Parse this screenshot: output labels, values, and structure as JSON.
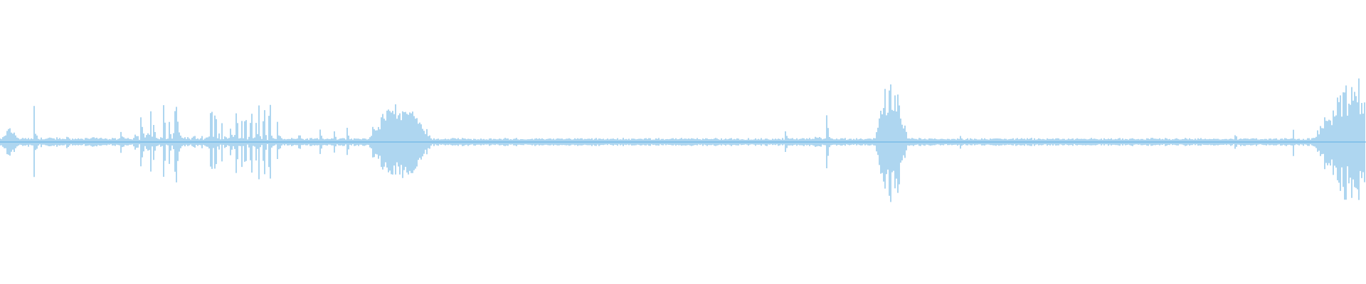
{
  "waveform": {
    "color": "#5DADE2",
    "background": "#ffffff",
    "baseline_amplitude": 0.03,
    "envelope_segments": [
      {
        "t0": 0.0,
        "t1": 0.015,
        "amp": 0.12,
        "shape": "swell"
      },
      {
        "t0": 0.015,
        "t1": 0.098,
        "amp": 0.04,
        "shape": "flat"
      },
      {
        "t0": 0.098,
        "t1": 0.13,
        "amp": 0.36,
        "shape": "burst"
      },
      {
        "t0": 0.13,
        "t1": 0.152,
        "amp": 0.05,
        "shape": "flat"
      },
      {
        "t0": 0.152,
        "t1": 0.2,
        "amp": 0.32,
        "shape": "burst"
      },
      {
        "t0": 0.268,
        "t1": 0.318,
        "amp": 0.36,
        "shape": "swell"
      },
      {
        "t0": 0.585,
        "t1": 0.61,
        "amp": 0.06,
        "shape": "swell"
      },
      {
        "t0": 0.64,
        "t1": 0.665,
        "amp": 0.5,
        "shape": "swell"
      },
      {
        "t0": 0.96,
        "t1": 1.0,
        "amp": 0.55,
        "shape": "rise"
      }
    ],
    "transients": [
      {
        "t": 0.025,
        "amp": 0.28
      },
      {
        "t": 0.048,
        "amp": 0.12
      },
      {
        "t": 0.088,
        "amp": 0.18
      },
      {
        "t": 0.103,
        "amp": 0.4
      },
      {
        "t": 0.129,
        "amp": 0.42
      },
      {
        "t": 0.154,
        "amp": 0.38
      },
      {
        "t": 0.168,
        "amp": 0.26
      },
      {
        "t": 0.203,
        "amp": 0.25
      },
      {
        "t": 0.218,
        "amp": 0.18
      },
      {
        "t": 0.234,
        "amp": 0.2
      },
      {
        "t": 0.244,
        "amp": 0.16
      },
      {
        "t": 0.254,
        "amp": 0.18
      },
      {
        "t": 0.272,
        "amp": 0.42
      },
      {
        "t": 0.574,
        "amp": 0.22
      },
      {
        "t": 0.605,
        "amp": 0.32
      },
      {
        "t": 0.703,
        "amp": 0.08
      },
      {
        "t": 0.904,
        "amp": 0.1
      },
      {
        "t": 0.946,
        "amp": 0.2
      }
    ]
  }
}
